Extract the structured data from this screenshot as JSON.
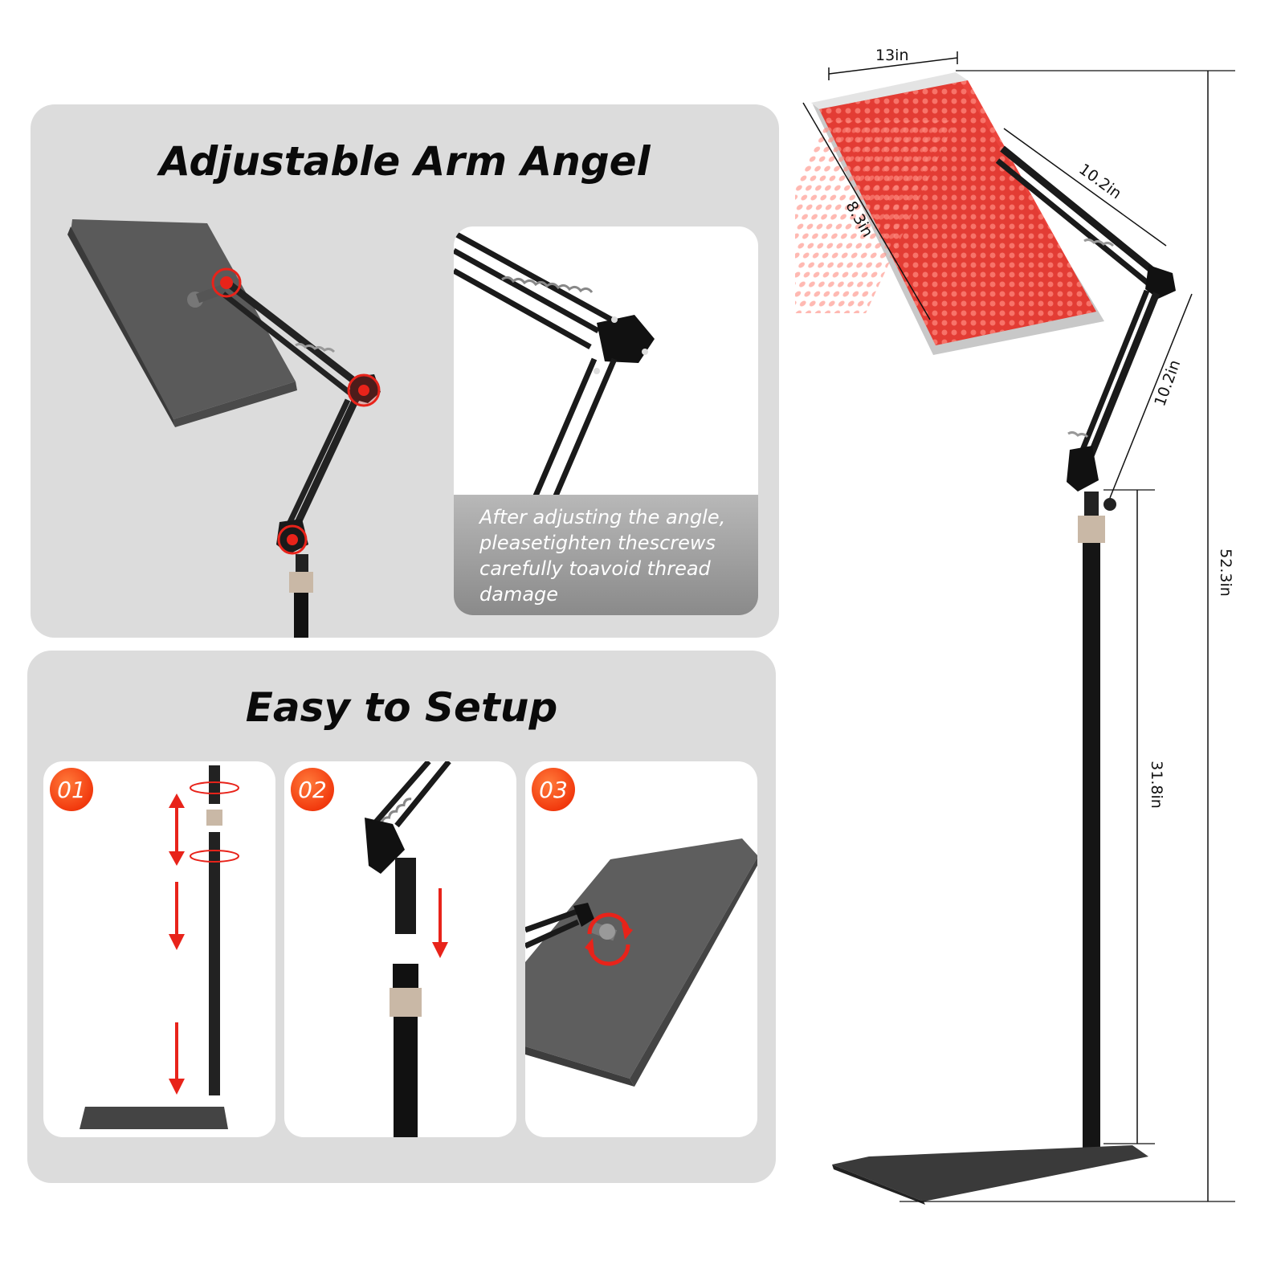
{
  "sections": {
    "arm": {
      "title": "Adjustable Arm Angel",
      "note": "After adjusting the angle, pleasetighten thescrews carefully toavoid thread damage"
    },
    "setup": {
      "title": "Easy to Setup",
      "steps": [
        {
          "label": "01"
        },
        {
          "label": "02"
        },
        {
          "label": "03"
        }
      ]
    }
  },
  "dimensions": {
    "panel_width": "13in",
    "panel_height": "8.3in",
    "upper_arm": "10.2in",
    "lower_arm": "10.2in",
    "total_height": "52.3in",
    "pole_height": "31.8in"
  },
  "colors": {
    "accent_red": "#e8231a",
    "badge_orange": "#f23a0e",
    "panel_bg": "#dcdcdc"
  }
}
